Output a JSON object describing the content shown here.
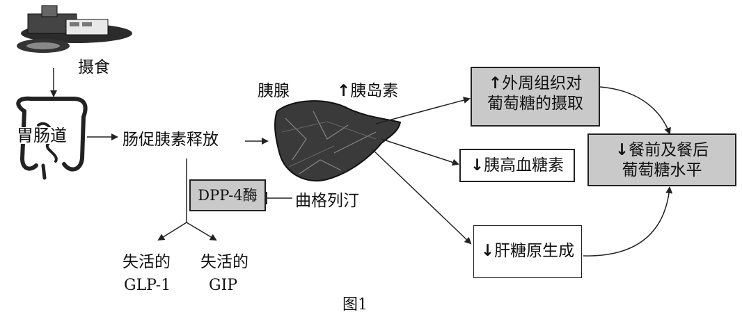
{
  "labels": {
    "intake": "摄食",
    "gut": "胃肠道",
    "incretin_release": "肠促胰素释放",
    "pancreas": "胰腺",
    "insulin": "胰岛素",
    "dpp4": "DPP-4酶",
    "linagliptin": "曲格列汀",
    "inactive_glp1_a": "失活的",
    "inactive_glp1_b": "GLP-1",
    "inactive_gip_a": "失活的",
    "inactive_gip_b": "GIP",
    "figure_caption": "图1"
  },
  "boxes": {
    "peripheral_line1": "外周组织对",
    "peripheral_line2": "葡萄糖的摄取",
    "glucagon": "胰高血糖素",
    "hepatic": "肝糖原生成",
    "glucose_line1": "餐前及餐后",
    "glucose_line2": "葡萄糖水平"
  },
  "indicators": {
    "up_arrow": "↑",
    "down_arrow": "↓"
  },
  "colors": {
    "box_gray": "#c9c9c9",
    "line": "#222222"
  }
}
